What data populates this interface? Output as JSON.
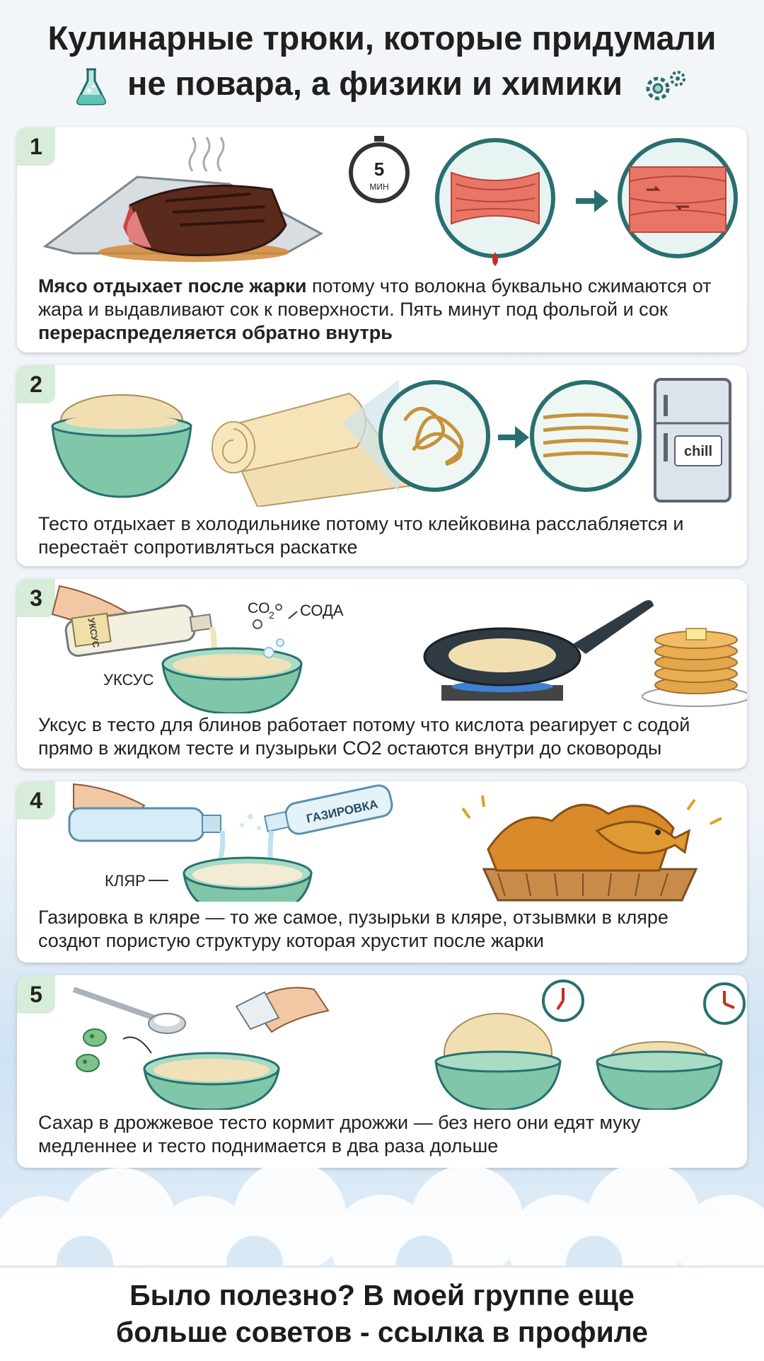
{
  "title": {
    "line1": "Кулинарные трюки, которые придумали",
    "line2": "не повара, а физики и химики"
  },
  "icons": {
    "title_left": "flask-icon",
    "title_right": "gears-icon"
  },
  "cards": [
    {
      "number": "1",
      "timer_value": "5",
      "timer_unit": "МИН",
      "text_bold_1": "Мясо отдыхает после жарки",
      "text_1": " потому что волокна буквально сжимаются от жара и выдавливают сок к поверхности. Пять минут под фольгой и сок ",
      "text_bold_2": "перераспределяется обратно внутрь"
    },
    {
      "number": "2",
      "fridge_label": "chill",
      "text": "Тесто отдыхает в холодильнике потому что клейковина расслабляется и перестаёт сопротивляться раскатке"
    },
    {
      "number": "3",
      "co2_label": "CO",
      "co2_sub": "2",
      "soda_label": "СОДА",
      "bottle_label": "УКСУС",
      "vinegar_label": "УКСУС",
      "text": "Уксус в тесто для блинов работает потому что кислота реагирует с содой прямо в жидком тесте и пузырьки CO2 остаются внутри до сковороды"
    },
    {
      "number": "4",
      "soda_bottle_label": "ГАЗИРОВКА",
      "batter_label": "КЛЯР",
      "text": "Газировка в кляре — то же самое, пузырьки в кляре, отзывмки в кляре создют пористую структуру которая хрустит после жарки"
    },
    {
      "number": "5",
      "text": "Сахар в дрожжевое тесто кормит дрожжи — без него они едят муку медленнее и тесто поднимается в два раза дольше"
    }
  ],
  "footer": {
    "line1": "Было полезно? В моей группе еще",
    "line2": "больше советов - ссылка в профиле"
  },
  "colors": {
    "bowl": "#7fc7a8",
    "number_badge": "#d7ecd9",
    "meat": "#8b3a2b",
    "dough": "#f1dfb2"
  }
}
